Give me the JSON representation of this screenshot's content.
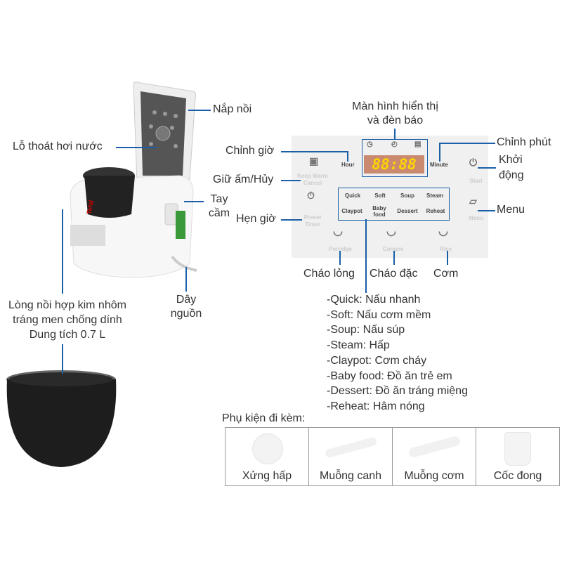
{
  "labels": {
    "lid": "Nắp nồi",
    "steam_vent": "Lỗ thoát hơi nước",
    "handle": "Tay\ncầm",
    "handle_1": "Tay",
    "handle_2": "cầm",
    "cord_1": "Dây",
    "cord_2": "nguồn",
    "inner_pot_1": "Lòng nồi hợp kim nhôm",
    "inner_pot_2": "tráng men chống dính",
    "inner_pot_3": "Dung tích 0.7 L",
    "display_1": "Màn hình hiển thị",
    "display_2": "và đèn báo",
    "hour": "Chỉnh giờ",
    "minute": "Chỉnh phút",
    "start_1": "Khởi",
    "start_2": "động",
    "keep_warm": "Giữ ấm/Hủy",
    "timer": "Hẹn giờ",
    "menu": "Menu",
    "porridge": "Cháo lỏng",
    "congee": "Cháo đặc",
    "rice": "Cơm"
  },
  "panel": {
    "hour": "Hour",
    "minute": "Minute",
    "display": "88:88",
    "keep_warm": "Keep Warm",
    "cancel": "Cancel",
    "preset": "Preset",
    "timer": "Timer",
    "start": "Start",
    "menu": "Menu",
    "porridge": "Porridge",
    "congee": "Congee",
    "rice": "Rice",
    "modes": [
      "Quick",
      "Soft",
      "Soup",
      "Steam",
      "Claypot",
      "Baby food",
      "Dessert",
      "Reheat"
    ]
  },
  "menu_list": [
    "-Quick: Nấu nhanh",
    "-Soft: Nấu cơm mềm",
    "-Soup: Nấu súp",
    "-Steam: Hấp",
    "-Claypot: Cơm cháy",
    "-Baby food: Đồ ăn trẻ em",
    "-Dessert: Đồ ăn tráng miệng",
    "-Reheat: Hâm nóng"
  ],
  "accessories": {
    "title": "Phụ kiện đi kèm:",
    "items": [
      "Xửng hấp",
      "Muỗng canh",
      "Muỗng cơm",
      "Cốc đong"
    ]
  },
  "brand": "Tefal",
  "colors": {
    "line": "#1a5fa8",
    "display": "#ffd400"
  }
}
